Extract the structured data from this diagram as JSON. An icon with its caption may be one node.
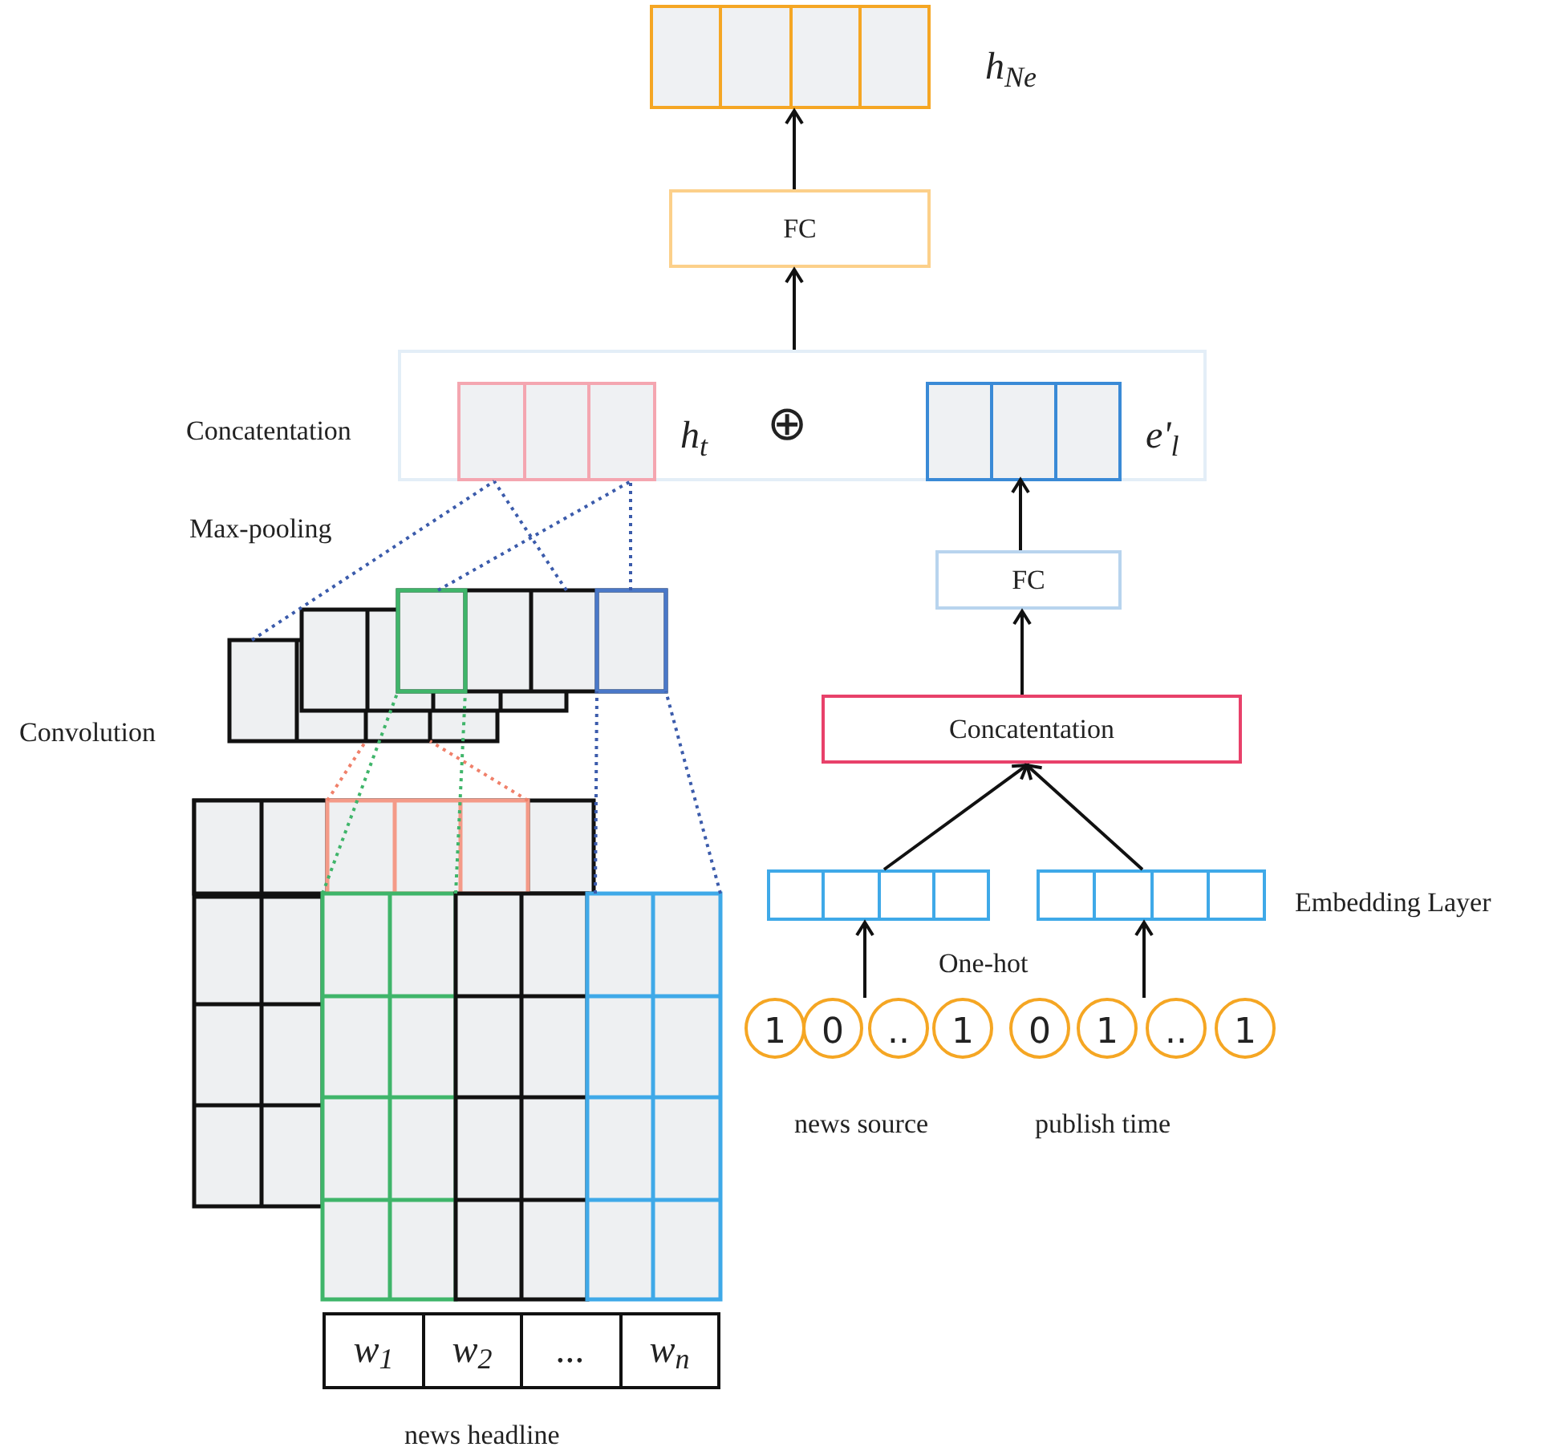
{
  "diagram": {
    "nodes": [
      {
        "text": [],
        "shape": "bar",
        "beside": [
          "h$_{N}$$_{e}$"
        ]
      },
      {
        "text": [
          "FC"
        ]
      },
      {
        "text": [
          "Concatentation"
        ]
      },
      {
        "text": [],
        "shape": "bar",
        "in": 2,
        "beside": [
          "h$_{t}$"
        ]
      },
      {
        "text": [],
        "shape": "bar",
        "in": 2,
        "beside": [
          "e'$_{l}$"
        ]
      },
      {
        "text": [
          "FC"
        ]
      },
      {
        "text": [
          "Concatentation"
        ]
      },
      {
        "text": [],
        "shape": "bar"
      },
      {
        "text": [],
        "shape": "bar"
      },
      {
        "text": [
          "1"
        ]
      },
      {
        "text": [
          "0"
        ]
      },
      {
        "text": [
          ".."
        ]
      },
      {
        "text": [
          "1"
        ]
      },
      {
        "text": [
          "0"
        ]
      },
      {
        "text": [
          "1"
        ]
      },
      {
        "text": [
          ".."
        ]
      },
      {
        "text": [
          "1"
        ]
      },
      {
        "text": [],
        "shape": "box"
      },
      {
        "text": [],
        "shape": "box"
      },
      {
        "text": [
          "w$_{1}$",
          "w$_{2}$",
          "...",
          "w$_{n}$"
        ],
        "beside": [
          "news headline"
        ]
      }
    ],
    "edges": [
      {
        "from": 1,
        "to": 0,
        "arrow": "to"
      },
      {
        "from": 2,
        "to": 1,
        "arrow": "to"
      },
      {
        "from": 5,
        "to": 4,
        "arrow": "to"
      },
      {
        "from": 6,
        "to": 5,
        "arrow": "to"
      },
      {
        "from": 7,
        "to": 6,
        "arrow": "to"
      },
      {
        "from": 8,
        "to": 6,
        "arrow": "to"
      },
      {
        "from": 10,
        "to": 7,
        "arrow": "to"
      },
      {
        "from": 15,
        "to": 8,
        "arrow": "to"
      },
      {
        "from": 17,
        "to": 3,
        "arrow": "none",
        "style": "dashed",
        "color": "#3b5bab"
      },
      {
        "from": 17,
        "to": 3,
        "arrow": "none",
        "style": "dashed",
        "color": "#3b5bab"
      },
      {
        "from": 17,
        "to": 3,
        "arrow": "none",
        "style": "dashed",
        "color": "#3b5bab"
      },
      {
        "from": 17,
        "to": 3,
        "arrow": "none",
        "style": "dashed",
        "color": "#3b5bab"
      },
      {
        "from": 18,
        "to": 17,
        "arrow": "none",
        "style": "dashed",
        "color": "#f0806a"
      },
      {
        "from": 18,
        "to": 17,
        "arrow": "none",
        "style": "dashed",
        "color": "#f0806a"
      },
      {
        "from": 18,
        "to": 17,
        "arrow": "none",
        "style": "dashed",
        "color": "#3fb56a"
      },
      {
        "from": 18,
        "to": 17,
        "arrow": "none",
        "style": "dashed",
        "color": "#3fb56a"
      },
      {
        "from": 18,
        "to": 17,
        "arrow": "none",
        "style": "dashed",
        "color": "#3b5bab"
      },
      {
        "from": 18,
        "to": 17,
        "arrow": "none",
        "style": "dashed",
        "color": "#3b5bab"
      }
    ],
    "labels": [
      "⊕",
      "Max-pooling",
      "Convolution",
      "Embedding Layer",
      "One-hot",
      "news source",
      "publish time"
    ]
  }
}
